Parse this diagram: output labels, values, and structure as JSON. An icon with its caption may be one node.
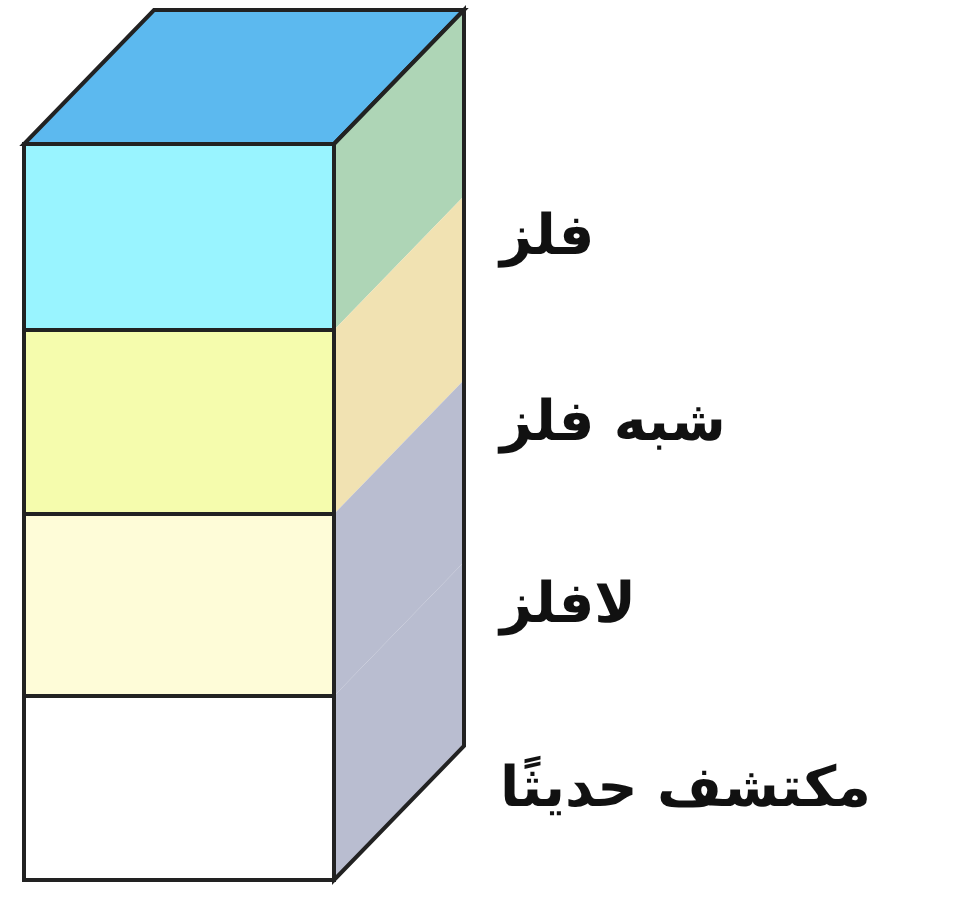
{
  "diagram": {
    "legend": [
      {
        "text": "فلز",
        "color": "#99f4ff"
      },
      {
        "text": "شبه فلز",
        "color": "#f5fcad"
      },
      {
        "text": "لافلز",
        "color": "#fefcd8"
      },
      {
        "text": "مكتشف حديثًا",
        "color": "#ffffff"
      }
    ]
  }
}
